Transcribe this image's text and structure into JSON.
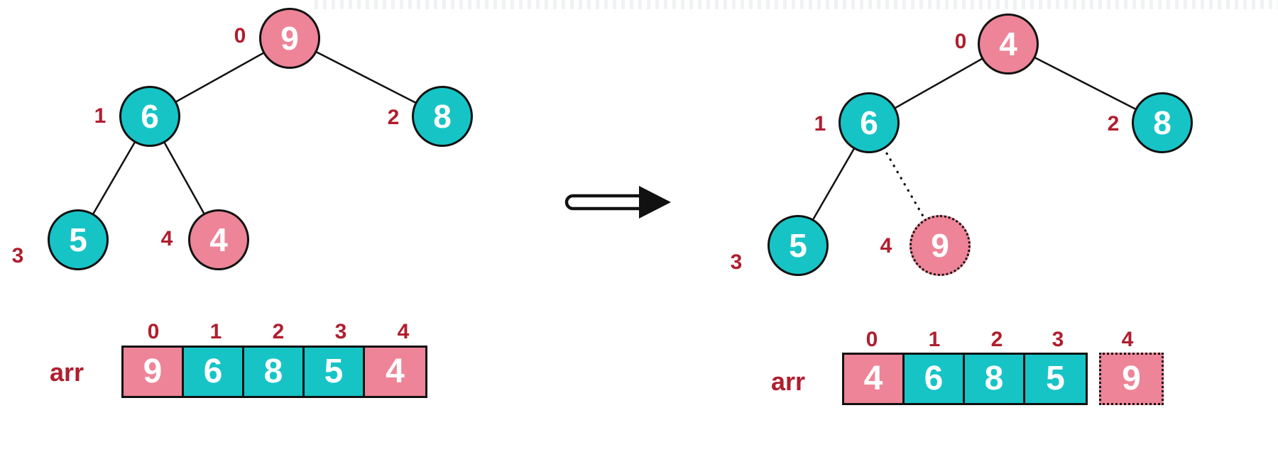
{
  "colors": {
    "pink": "#ee8497",
    "teal": "#16c4c6",
    "label": "#b01e2e",
    "stroke": "#111111",
    "node_text": "#ffffff",
    "background": "#ffffff"
  },
  "icons": {
    "transform_arrow": "right-arrow"
  },
  "before": {
    "tree": {
      "nodes": [
        {
          "value": "9",
          "index": "0",
          "color": "pink"
        },
        {
          "value": "6",
          "index": "1",
          "color": "teal"
        },
        {
          "value": "8",
          "index": "2",
          "color": "teal"
        },
        {
          "value": "5",
          "index": "3",
          "color": "teal"
        },
        {
          "value": "4",
          "index": "4",
          "color": "pink"
        }
      ],
      "edges": [
        "0-1",
        "0-2",
        "1-3",
        "1-4"
      ]
    },
    "array": {
      "label": "arr",
      "indices": [
        "0",
        "1",
        "2",
        "3",
        "4"
      ],
      "cells": [
        {
          "value": "9",
          "color": "pink"
        },
        {
          "value": "6",
          "color": "teal"
        },
        {
          "value": "8",
          "color": "teal"
        },
        {
          "value": "5",
          "color": "teal"
        },
        {
          "value": "4",
          "color": "pink"
        }
      ]
    }
  },
  "after": {
    "tree": {
      "nodes": [
        {
          "value": "4",
          "index": "0",
          "color": "pink"
        },
        {
          "value": "6",
          "index": "1",
          "color": "teal"
        },
        {
          "value": "8",
          "index": "2",
          "color": "teal"
        },
        {
          "value": "5",
          "index": "3",
          "color": "teal"
        },
        {
          "value": "9",
          "index": "4",
          "color": "pink",
          "dotted": true
        }
      ],
      "edges": [
        "0-1",
        "0-2",
        "1-3",
        "1-4 (dotted)"
      ]
    },
    "array": {
      "label": "arr",
      "indices": [
        "0",
        "1",
        "2",
        "3",
        "4"
      ],
      "cells": [
        {
          "value": "4",
          "color": "pink"
        },
        {
          "value": "6",
          "color": "teal"
        },
        {
          "value": "8",
          "color": "teal"
        },
        {
          "value": "5",
          "color": "teal"
        },
        {
          "value": "9",
          "color": "pink",
          "dotted": true
        }
      ]
    }
  }
}
